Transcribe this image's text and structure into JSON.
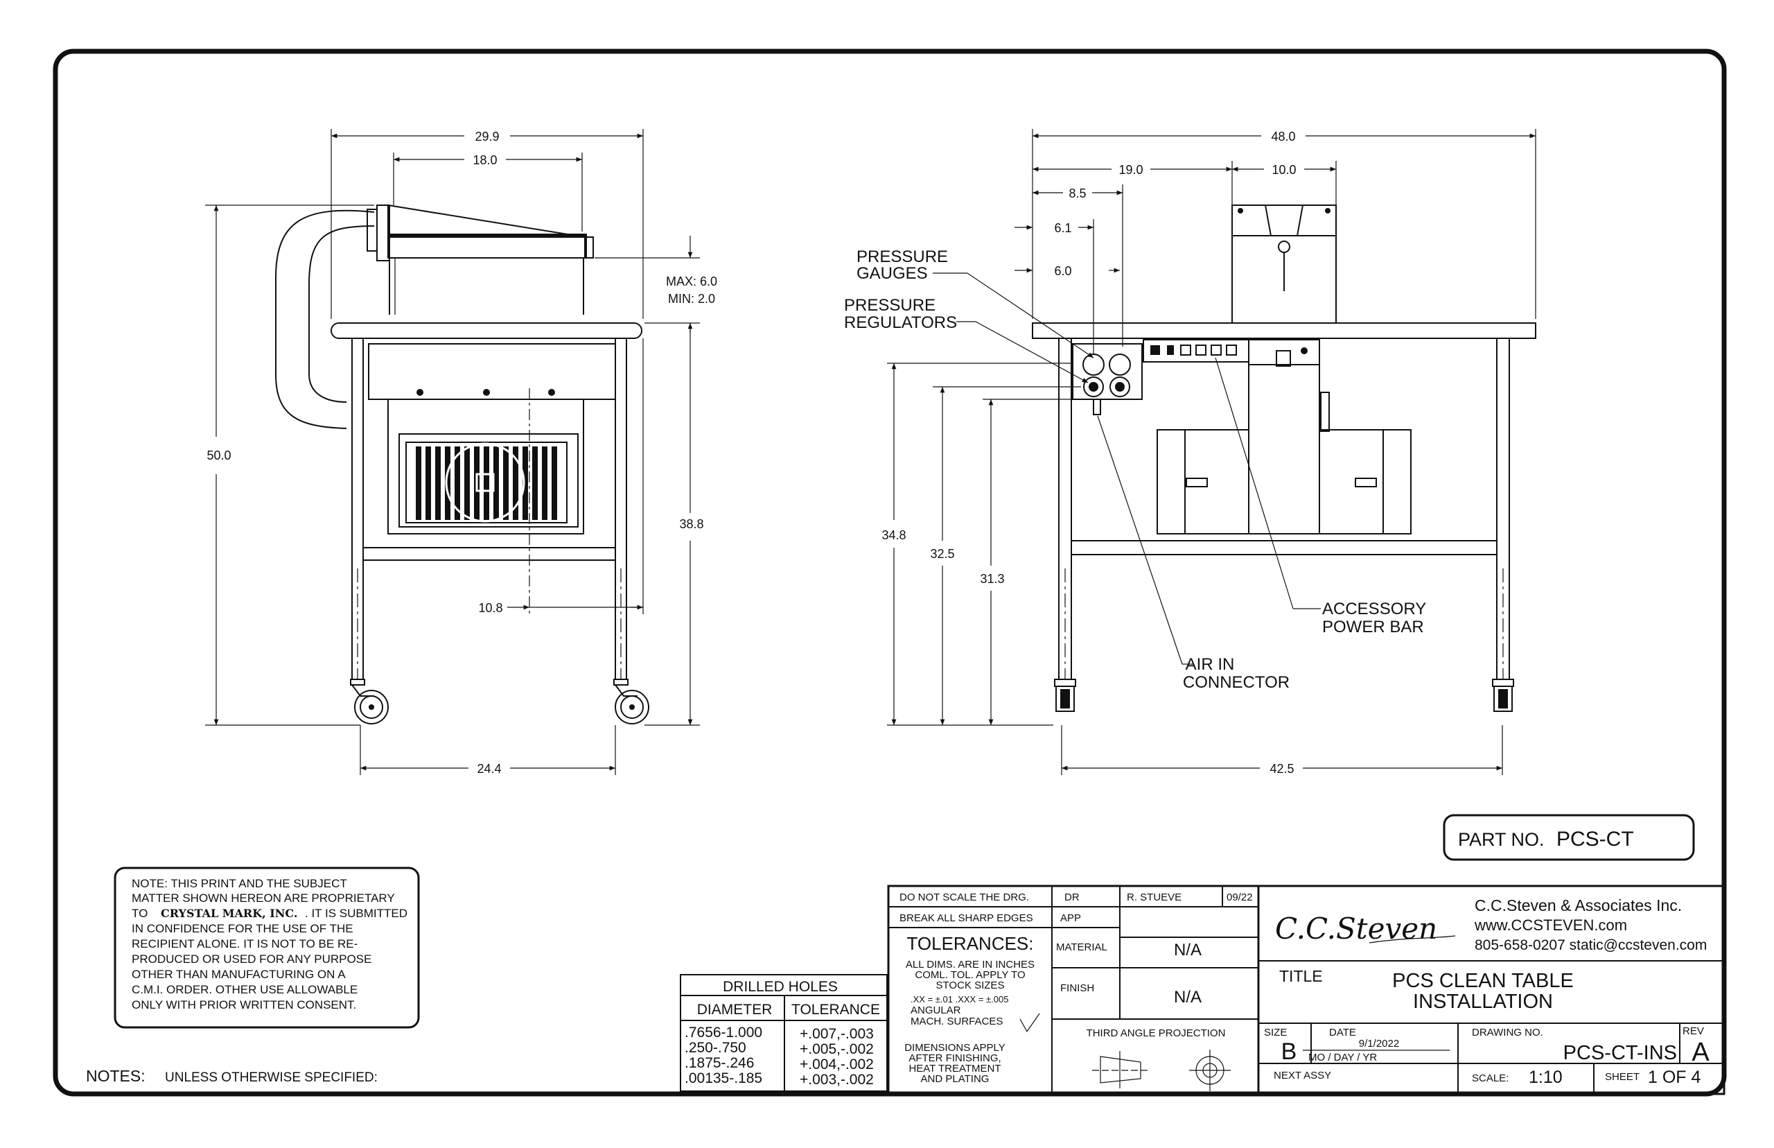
{
  "colors": {
    "ink": "#111111",
    "paper": "#ffffff"
  },
  "side_view": {
    "dims": {
      "d29_9": "29.9",
      "d18_0": "18.0",
      "d50_0": "50.0",
      "d38_8": "38.8",
      "d10_8": "10.8",
      "d24_4": "24.4",
      "max": "MAX: 6.0",
      "min": "MIN: 2.0"
    }
  },
  "front_view": {
    "dims": {
      "d48_0": "48.0",
      "d19_0": "19.0",
      "d10_0": "10.0",
      "d8_5": "8.5",
      "d6_1": "6.1",
      "d6_0": "6.0",
      "d34_8": "34.8",
      "d32_5": "32.5",
      "d31_3": "31.3",
      "d42_5": "42.5"
    },
    "labels": {
      "gauges_1": "PRESSURE",
      "gauges_2": "GAUGES",
      "regulators_1": "PRESSURE",
      "regulators_2": "REGULATORS",
      "power_1": "ACCESSORY",
      "power_2": "POWER BAR",
      "air_1": "AIR IN",
      "air_2": "CONNECTOR"
    }
  },
  "part_no": {
    "label": "PART NO.",
    "value": "PCS-CT"
  },
  "note": {
    "lines": [
      "NOTE: THIS PRINT AND THE SUBJECT",
      "MATTER SHOWN HEREON ARE PROPRIETARY",
      "IN CONFIDENCE FOR THE USE OF THE",
      "RECIPIENT ALONE. IT IS NOT TO BE RE-",
      "PRODUCED OR USED FOR ANY PURPOSE",
      "OTHER THAN MANUFACTURING ON A",
      "C.M.I. ORDER. OTHER  USE ALLOWABLE",
      "ONLY WITH PRIOR WRITTEN CONSENT."
    ],
    "to": "TO",
    "company": "CRYSTAL MARK, INC.",
    "to_tail": ". IT IS SUBMITTED"
  },
  "notes_footer": {
    "label": "NOTES:",
    "text": "UNLESS OTHERWISE SPECIFIED:"
  },
  "drilled_holes": {
    "title": "DRILLED HOLES",
    "headers": [
      "DIAMETER",
      "TOLERANCE"
    ],
    "rows": [
      [
        ".7656-1.000",
        "+.007,-.003"
      ],
      [
        ".250-.750",
        "+.005,-.002"
      ],
      [
        ".1875-.246",
        "+.004,-.002"
      ],
      [
        ".00135-.185",
        "+.003,-.002"
      ]
    ]
  },
  "title_block": {
    "do_not_scale": "DO NOT SCALE THE DRG.",
    "break_edges": "BREAK ALL SHARP EDGES",
    "tolerances": "TOLERANCES:",
    "tol_lines": [
      "ALL DIMS. ARE IN INCHES",
      "COML. TOL. APPLY TO",
      "STOCK SIZES"
    ],
    "tol_xx": ".XX = ±.01  .XXX = ±.005",
    "angular": "ANGULAR",
    "mach": "MACH. SURFACES",
    "dims_apply": [
      "DIMENSIONS APPLY",
      "AFTER FINISHING,",
      "HEAT TREATMENT",
      "AND PLATING"
    ],
    "dr_label": "DR",
    "dr_name": "R. STUEVE",
    "dr_date": "09/22",
    "app_label": "APP",
    "material_label": "MATERIAL",
    "material_value": "N/A",
    "finish_label": "FINISH",
    "finish_value": "N/A",
    "projection": "THIRD ANGLE PROJECTION",
    "logo_script": "C.C.Steven",
    "company": "C.C.Steven & Associates Inc.",
    "web": "www.CCSTEVEN.com",
    "contact": "805-658-0207 static@ccsteven.com",
    "title_label": "TITLE",
    "title_1": "PCS CLEAN TABLE",
    "title_2": "INSTALLATION",
    "size_label": "SIZE",
    "size_value": "B",
    "date_label": "DATE",
    "date_value": "9/1/2022",
    "date_fmt": "MO / DAY / YR",
    "drawing_label": "DRAWING NO.",
    "drawing_value": "PCS-CT-INS",
    "rev_label": "REV",
    "rev_value": "A",
    "next_assy": "NEXT ASSY",
    "scale_label": "SCALE:",
    "scale_value": "1:10",
    "sheet_label": "SHEET",
    "sheet_value": "1 OF 4"
  }
}
